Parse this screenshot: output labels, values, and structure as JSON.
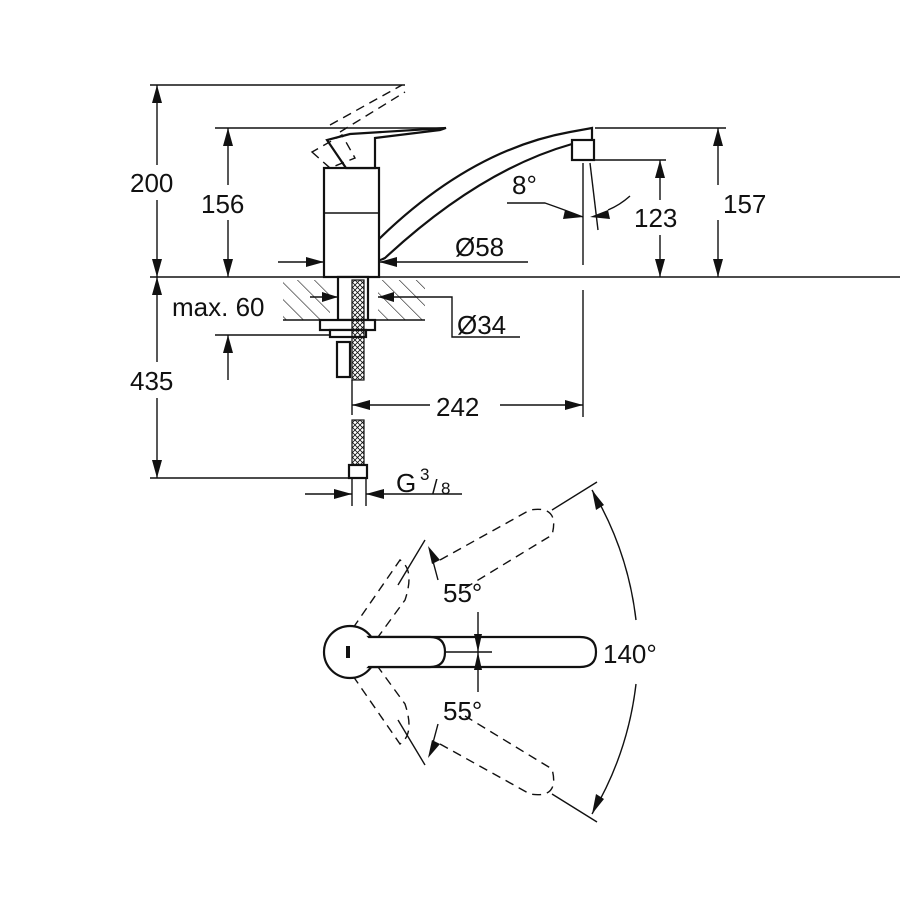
{
  "dimensions": {
    "total_height": "200",
    "lever_height": "156",
    "spout_height": "157",
    "outlet_height": "123",
    "spout_tilt": "8°",
    "base_diameter": "Ø58",
    "max_counter_thickness": "max. 60",
    "hole_diameter": "Ø34",
    "hose_length": "435",
    "spout_reach": "242",
    "connection_thread": {
      "letter": "G",
      "numerator": "3",
      "denominator": "8"
    }
  },
  "rotation": {
    "upper_angle": "55°",
    "lower_angle": "55°",
    "total_swivel": "140°"
  }
}
